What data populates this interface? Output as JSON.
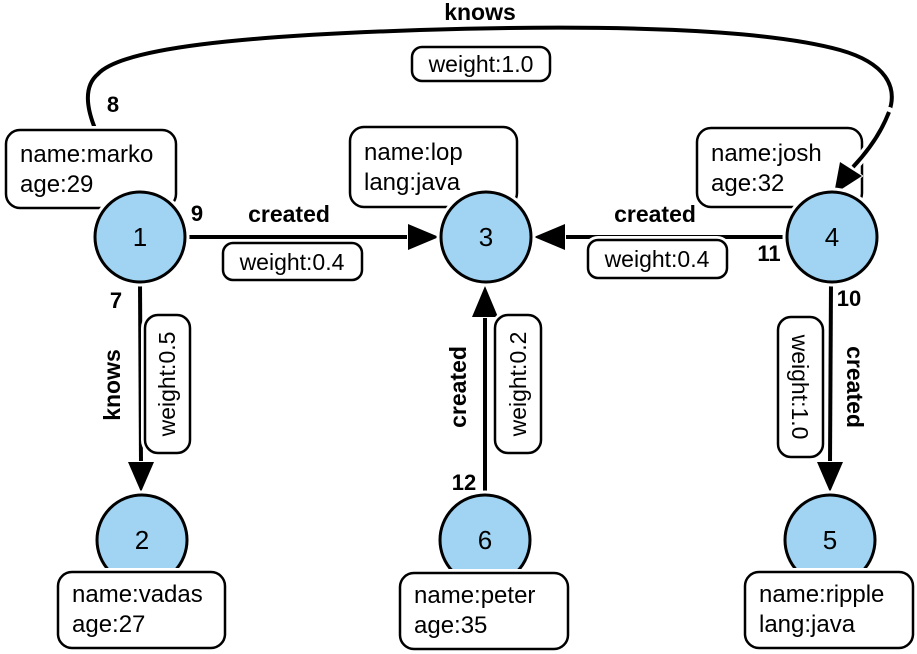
{
  "colors": {
    "node_fill": "#A0D4F2",
    "edge_color": "#000000",
    "box_fill": "#FFFFFF",
    "background": "#FFFFFF"
  },
  "nodes": {
    "n1": {
      "id": "1",
      "prop1": "name:marko",
      "prop2": "age:29"
    },
    "n2": {
      "id": "2",
      "prop1": "name:vadas",
      "prop2": "age:27"
    },
    "n3": {
      "id": "3",
      "prop1": "name:lop",
      "prop2": "lang:java"
    },
    "n4": {
      "id": "4",
      "prop1": "name:josh",
      "prop2": "age:32"
    },
    "n5": {
      "id": "5",
      "prop1": "name:ripple",
      "prop2": "lang:java"
    },
    "n6": {
      "id": "6",
      "prop1": "name:peter",
      "prop2": "age:35"
    }
  },
  "edges": {
    "e7": {
      "id": "7",
      "label": "knows",
      "weight": "weight:0.5",
      "from": "1",
      "to": "2"
    },
    "e8": {
      "id": "8",
      "label": "knows",
      "weight": "weight:1.0",
      "from": "1",
      "to": "4"
    },
    "e9": {
      "id": "9",
      "label": "created",
      "weight": "weight:0.4",
      "from": "1",
      "to": "3"
    },
    "e10": {
      "id": "10",
      "label": "created",
      "weight": "weight:1.0",
      "from": "4",
      "to": "5"
    },
    "e11": {
      "id": "11",
      "label": "created",
      "weight": "weight:0.4",
      "from": "4",
      "to": "3"
    },
    "e12": {
      "id": "12",
      "label": "created",
      "weight": "weight:0.2",
      "from": "6",
      "to": "3"
    }
  }
}
